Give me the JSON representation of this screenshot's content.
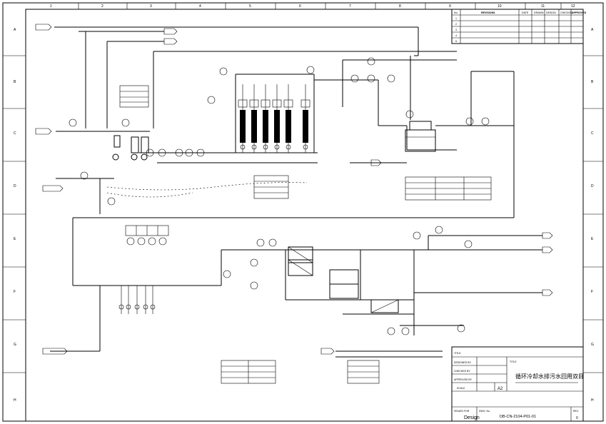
{
  "grid": {
    "columns": [
      "1",
      "2",
      "3",
      "4",
      "5",
      "6",
      "7",
      "8",
      "9",
      "10",
      "11",
      "12"
    ],
    "rows": [
      "A",
      "B",
      "C",
      "D",
      "E",
      "F",
      "G",
      "H"
    ]
  },
  "revisions": {
    "headers": [
      "No.",
      "REVISIONS",
      "DATE",
      "DRAWN",
      "DESIGN",
      "CHECKED",
      "APPROVED"
    ],
    "rows": [
      "1",
      "2",
      "3",
      "4",
      "5"
    ]
  },
  "title_block": {
    "title_label": "TITLE",
    "title": "循环冷却水排污水回用双目",
    "designed_by_label": "DESIGNED BY",
    "checked_by_label": "CHECKED BY",
    "approved_by_label": "APPROVED BY",
    "scale_label": "SCALE",
    "size": "A2",
    "issued_for_label": "ISSUED FOR",
    "issued_for": "Design",
    "dwg_no_label": "DWG. No.",
    "dwg_no": "DB-CN-2104-P01-01",
    "rev_label": "REV.",
    "rev": "0"
  }
}
